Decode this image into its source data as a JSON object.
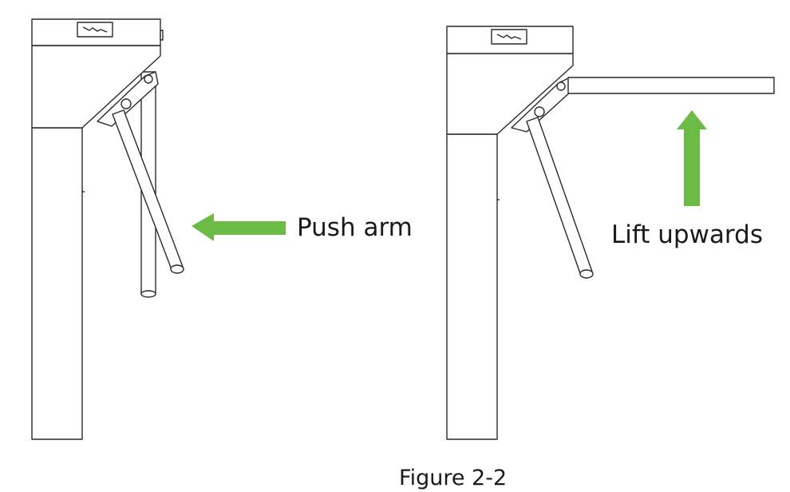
{
  "figure": {
    "caption": "Figure 2-2",
    "left_panel": {
      "instruction": "Push arm"
    },
    "right_panel": {
      "instruction": "Lift upwards"
    }
  },
  "colors": {
    "arrow": "#6cbb45",
    "line": "#2a2a2a",
    "background": "#ffffff"
  },
  "icons": [
    "push-arrow-left-icon",
    "lift-arrow-up-icon",
    "card-reader-icon"
  ]
}
